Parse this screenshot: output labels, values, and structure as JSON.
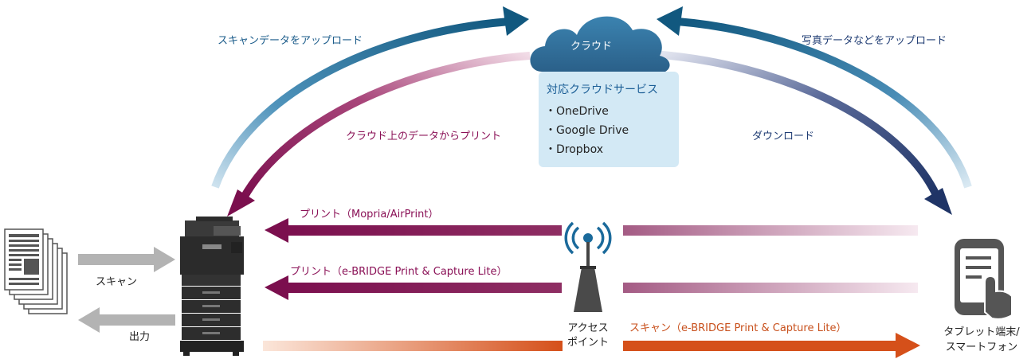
{
  "cloud": {
    "label": "クラウド"
  },
  "services": {
    "title": "対応クラウドサービス",
    "items": [
      "・OneDrive",
      "・Google Drive",
      "・Dropbox"
    ]
  },
  "arrows": {
    "scan_upload": "スキャンデータをアップロード",
    "cloud_print": "クラウド上のデータからプリント",
    "photo_upload": "写真データなどをアップロード",
    "download": "ダウンロード",
    "print_mopria": "プリント（Mopria/AirPrint）",
    "print_ebridge": "プリント（e-BRIDGE Print & Capture Lite）",
    "scan_ebridge": "スキャン（e-BRIDGE Print & Capture Lite）"
  },
  "local": {
    "scan": "スキャン",
    "output": "出力"
  },
  "access_point": {
    "line1": "アクセス",
    "line2": "ポイント"
  },
  "device": {
    "line1": "タブレット端末/",
    "line2": "スマートフォン"
  },
  "colors": {
    "blue_arc": "#1a6a95",
    "magenta_arc": "#7b0f4e",
    "navy_arc": "#1f3466",
    "orange_arrow": "#d5501a",
    "gray_arrow": "#b3b3b3",
    "cloud": "#2f6f98",
    "service_box": "#d3e9f5"
  }
}
